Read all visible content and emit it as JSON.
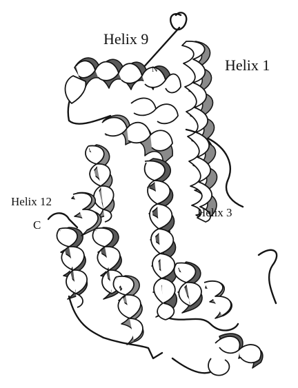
{
  "figure": {
    "labels": {
      "helix9": "Helix 9",
      "n_terminus": "N",
      "helix1": "Helix 1",
      "helix12": "Helix 12",
      "c_terminus": "C",
      "helix3": "Helix 3"
    }
  }
}
